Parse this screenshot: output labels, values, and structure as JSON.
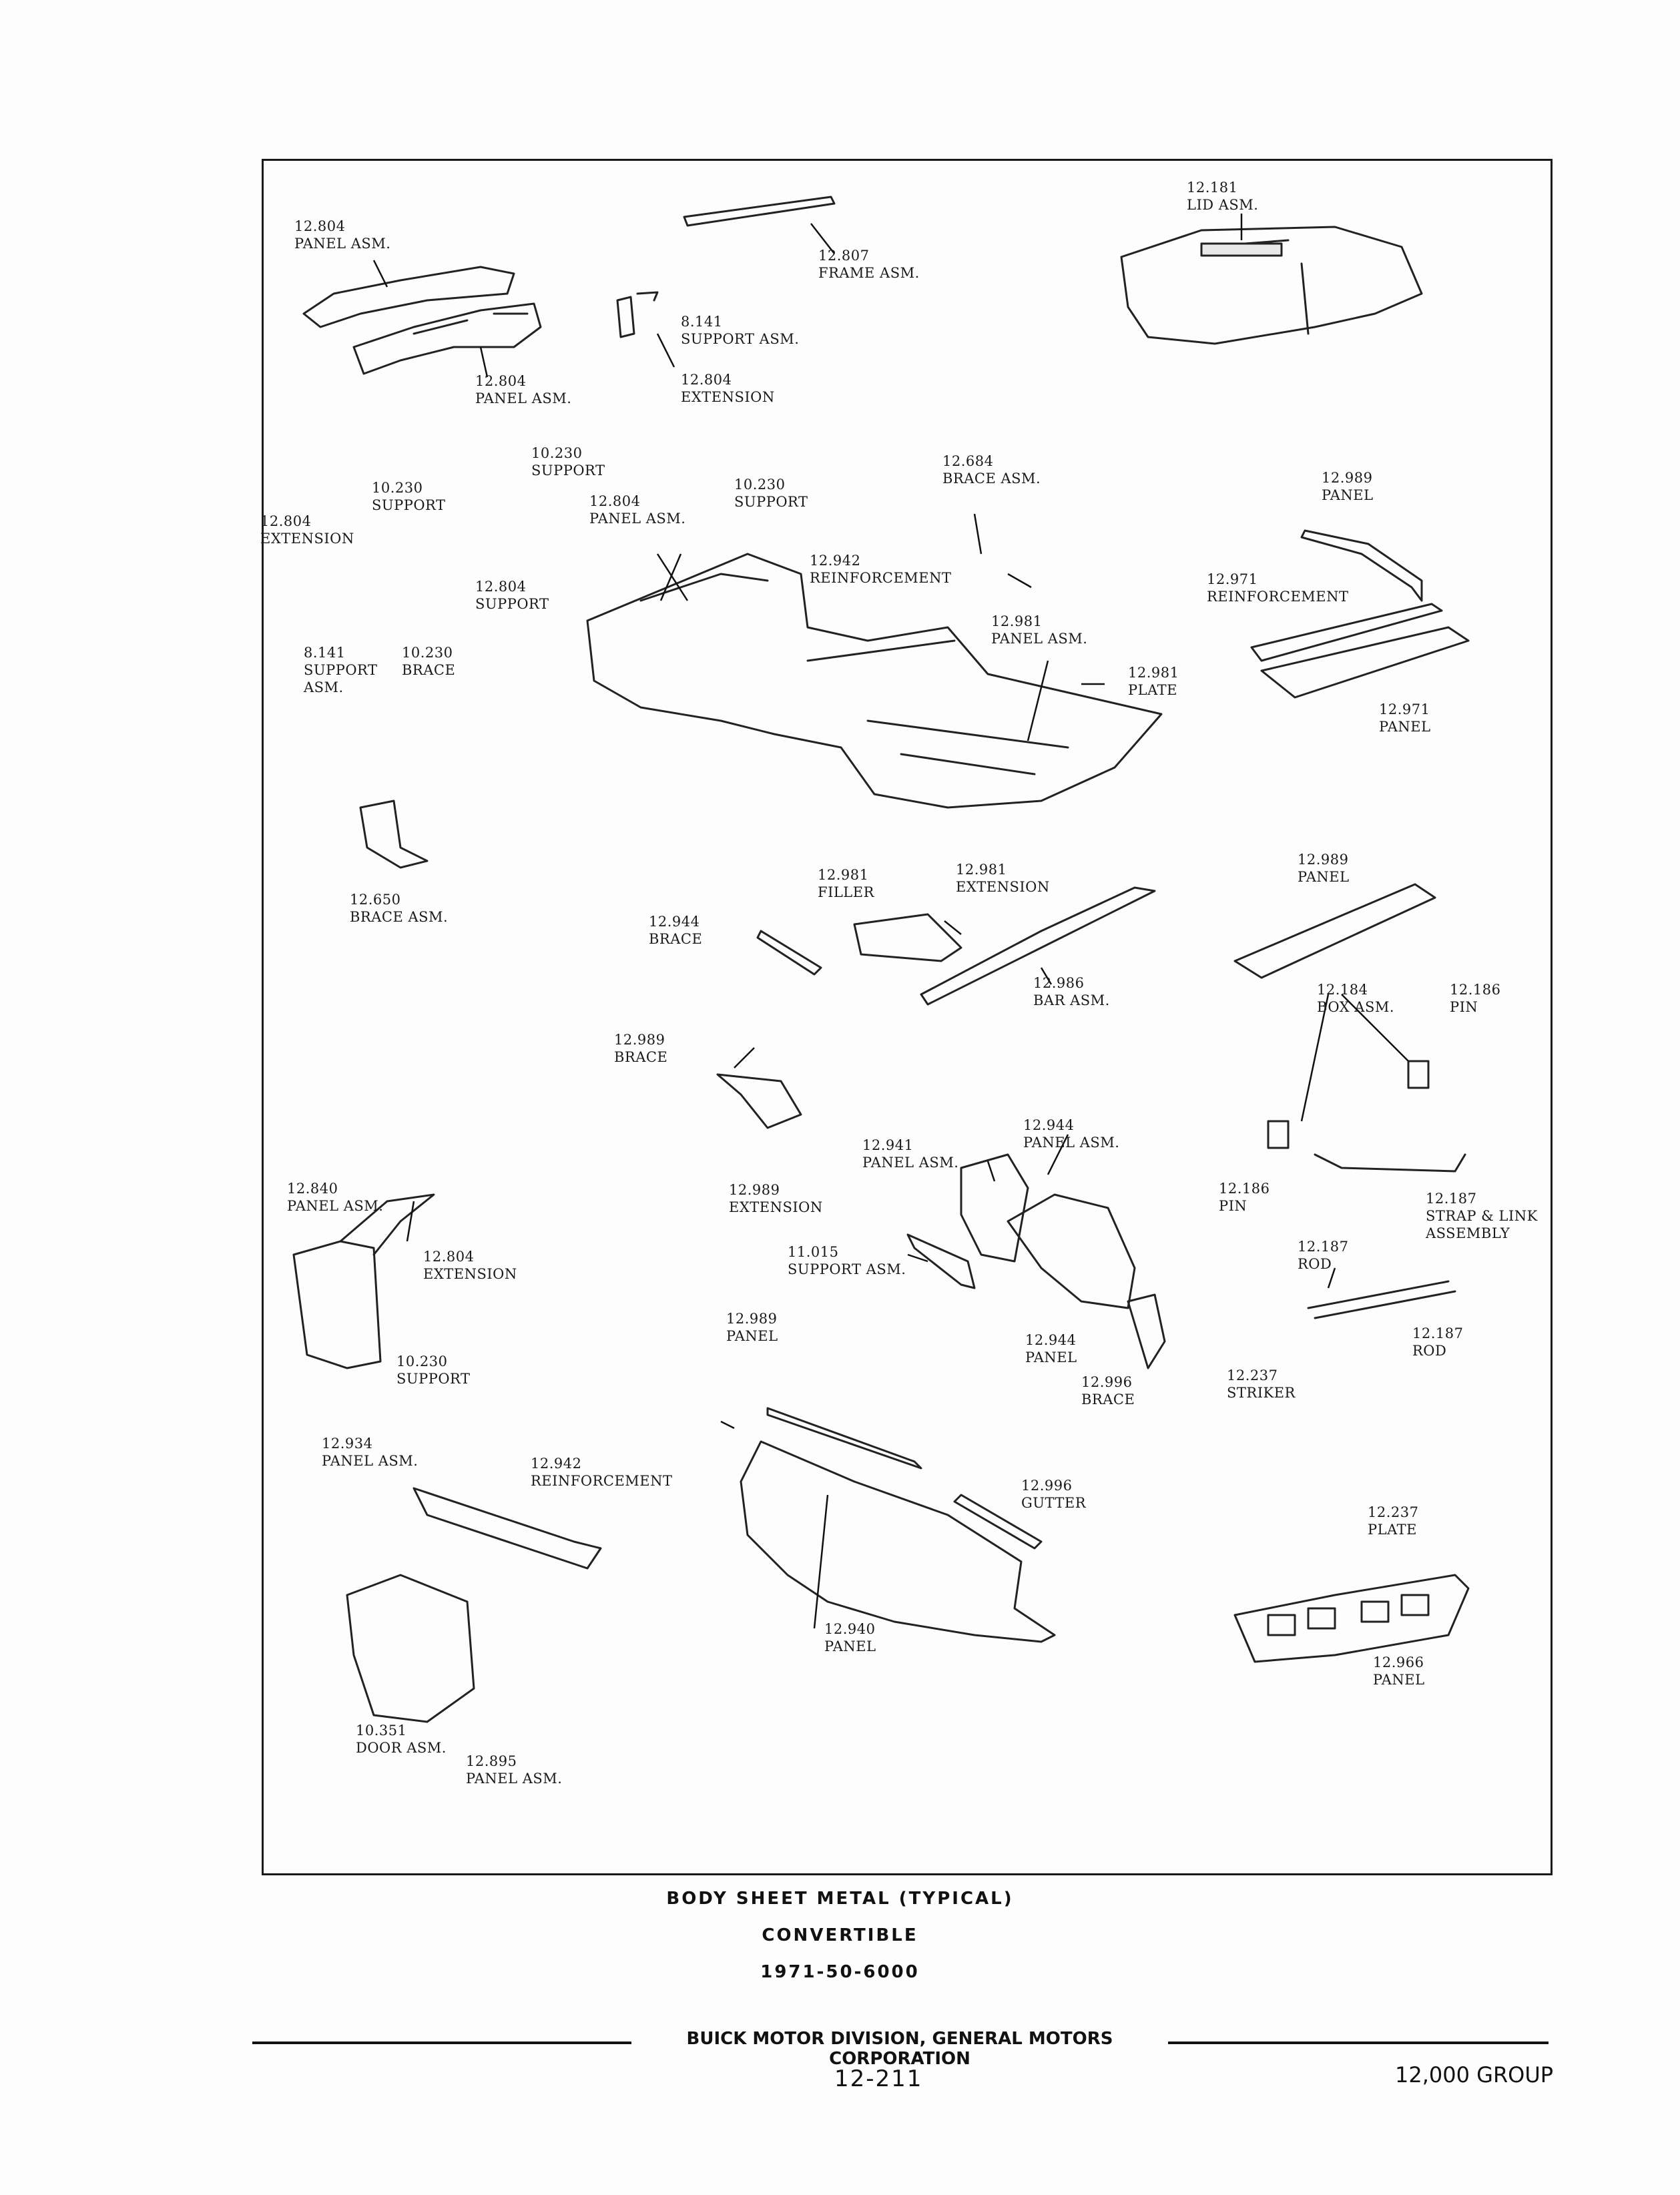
{
  "diagram": {
    "labels": [
      {
        "id": "l1",
        "text": "12.804\nPANEL ASM."
      },
      {
        "id": "l2",
        "text": "12.807\nFRAME ASM."
      },
      {
        "id": "l3",
        "text": "12.181\nLID ASM."
      },
      {
        "id": "l4",
        "text": "8.141\nSUPPORT ASM."
      },
      {
        "id": "l5",
        "text": "12.804\nPANEL ASM."
      },
      {
        "id": "l6",
        "text": "12.804\nEXTENSION"
      },
      {
        "id": "l7",
        "text": "10.230\nSUPPORT"
      },
      {
        "id": "l8",
        "text": "10.230\nSUPPORT"
      },
      {
        "id": "l9",
        "text": "12.804\nPANEL ASM."
      },
      {
        "id": "l10",
        "text": "10.230\nSUPPORT"
      },
      {
        "id": "l11",
        "text": "12.684\nBRACE ASM."
      },
      {
        "id": "l12",
        "text": "12.989\nPANEL"
      },
      {
        "id": "l13",
        "text": "12.804\nEXTENSION"
      },
      {
        "id": "l14",
        "text": "12.804\nSUPPORT"
      },
      {
        "id": "l15",
        "text": "12.942\nREINFORCEMENT"
      },
      {
        "id": "l16",
        "text": "12.971\nREINFORCEMENT"
      },
      {
        "id": "l17",
        "text": "8.141\nSUPPORT\nASM."
      },
      {
        "id": "l18",
        "text": "10.230\nBRACE"
      },
      {
        "id": "l19",
        "text": "12.981\nPANEL ASM."
      },
      {
        "id": "l20",
        "text": "12.981\nPLATE"
      },
      {
        "id": "l21",
        "text": "12.971\nPANEL"
      },
      {
        "id": "l22",
        "text": "12.650\nBRACE ASM."
      },
      {
        "id": "l23",
        "text": "12.981\nFILLER"
      },
      {
        "id": "l24",
        "text": "12.981\nEXTENSION"
      },
      {
        "id": "l25",
        "text": "12.989\nPANEL"
      },
      {
        "id": "l26",
        "text": "12.944\nBRACE"
      },
      {
        "id": "l27",
        "text": "12.986\nBAR ASM."
      },
      {
        "id": "l28",
        "text": "12.184\nBOX ASM."
      },
      {
        "id": "l29",
        "text": "12.186\nPIN"
      },
      {
        "id": "l30",
        "text": "12.989\nBRACE"
      },
      {
        "id": "l31",
        "text": "12.944\nPANEL ASM."
      },
      {
        "id": "l32",
        "text": "12.941\nPANEL ASM."
      },
      {
        "id": "l33",
        "text": "12.840\nPANEL ASM."
      },
      {
        "id": "l34",
        "text": "12.989\nEXTENSION"
      },
      {
        "id": "l35",
        "text": "12.186\nPIN"
      },
      {
        "id": "l36",
        "text": "12.187\nSTRAP & LINK\nASSEMBLY"
      },
      {
        "id": "l37",
        "text": "12.804\nEXTENSION"
      },
      {
        "id": "l38",
        "text": "11.015\nSUPPORT ASM."
      },
      {
        "id": "l39",
        "text": "12.187\nROD"
      },
      {
        "id": "l40",
        "text": "10.230\nSUPPORT"
      },
      {
        "id": "l41",
        "text": "12.989\nPANEL"
      },
      {
        "id": "l42",
        "text": "12.944\nPANEL"
      },
      {
        "id": "l43",
        "text": "12.187\nROD"
      },
      {
        "id": "l44",
        "text": "12.996\nBRACE"
      },
      {
        "id": "l45",
        "text": "12.237\nSTRIKER"
      },
      {
        "id": "l46",
        "text": "12.934\nPANEL ASM."
      },
      {
        "id": "l47",
        "text": "12.942\nREINFORCEMENT"
      },
      {
        "id": "l48",
        "text": "12.996\nGUTTER"
      },
      {
        "id": "l49",
        "text": "12.237\nPLATE"
      },
      {
        "id": "l50",
        "text": "12.940\nPANEL"
      },
      {
        "id": "l51",
        "text": "12.966\nPANEL"
      },
      {
        "id": "l52",
        "text": "10.351\nDOOR ASM."
      },
      {
        "id": "l53",
        "text": "12.895\nPANEL ASM."
      }
    ]
  },
  "caption": {
    "line1": "BODY SHEET METAL (TYPICAL)",
    "line2": "CONVERTIBLE",
    "line3": "1971-50-6000"
  },
  "footer": {
    "company": "BUICK MOTOR DIVISION, GENERAL MOTORS CORPORATION",
    "page_number": "12-211",
    "group": "12,000 GROUP"
  }
}
